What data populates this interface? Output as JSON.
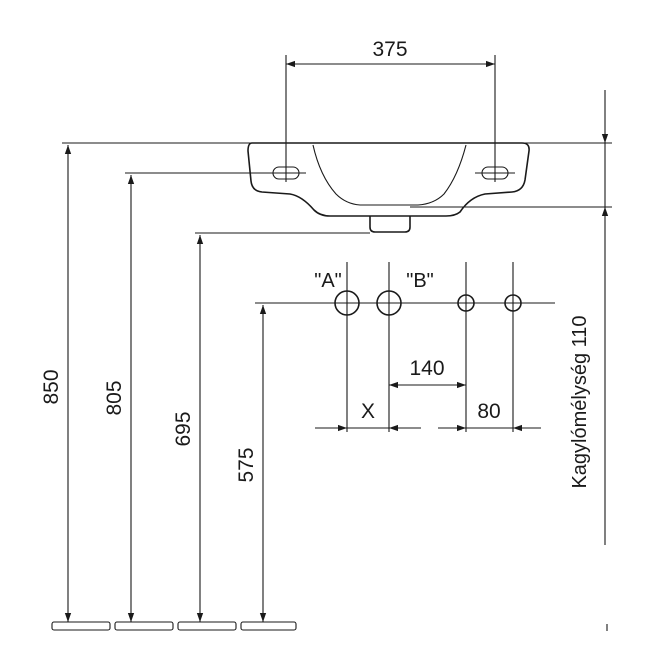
{
  "dimensions": {
    "width": "375",
    "height_850": "850",
    "height_805": "805",
    "height_695": "695",
    "height_575": "575",
    "spacing_140": "140",
    "spacing_x": "X",
    "spacing_80": "80"
  },
  "connections": {
    "a": "\"A\"",
    "b": "\"B\""
  },
  "side_label": "Kagylómélység 110"
}
